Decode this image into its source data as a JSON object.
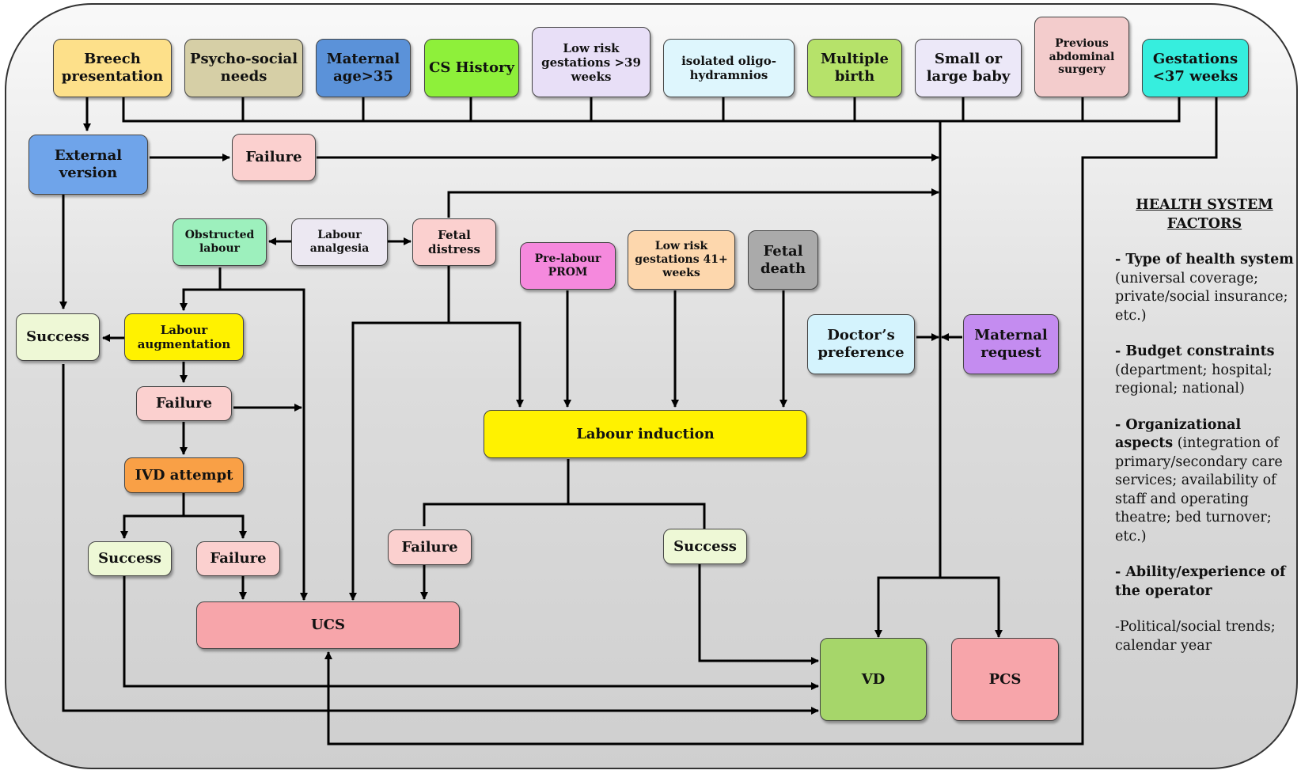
{
  "risk_factors": {
    "breech": "Breech presentation",
    "psychosocial": "Psycho-social needs",
    "maternal_age": "Maternal age>35",
    "cs_history": "CS History",
    "low_risk_39": "Low risk gestations >39 weeks",
    "oligohydramnios": "isolated oligo-hydramnios",
    "multiple_birth": "Multiple birth",
    "baby_size": "Small or large baby",
    "abdominal_surgery": "Previous abdominal surgery",
    "gestations_37": "Gestations <37 weeks"
  },
  "nodes": {
    "external_version": "External version",
    "failure_ev": "Failure",
    "success_left": "Success",
    "obstructed_labour": "Obstructed labour",
    "labour_analgesia": "Labour analgesia",
    "fetal_distress": "Fetal distress",
    "labour_augmentation": "Labour augmentation",
    "failure_aug": "Failure",
    "ivd_attempt": "IVD attempt",
    "success_ivd": "Success",
    "failure_ivd": "Failure",
    "prom": "Pre-labour PROM",
    "low_risk_41": "Low risk gestations 41+ weeks",
    "fetal_death": "Fetal death",
    "doctor_pref": "Doctor’s preference",
    "maternal_request": "Maternal request",
    "labour_induction": "Labour induction",
    "failure_ind": "Failure",
    "success_ind": "Success",
    "ucs": "UCS",
    "vd": "VD",
    "pcs": "PCS"
  },
  "health_system": {
    "title": "HEALTH SYSTEM FACTORS",
    "factors": [
      {
        "head": "- Type of health system",
        "detail": "(universal coverage; private/social insurance; etc.)"
      },
      {
        "head": "- Budget constraints",
        "detail": "(department; hospital; regional; national)"
      },
      {
        "head": "- Organizational aspects",
        "detail": "(integration of primary/secondary care services; availability of staff and operating theatre; bed turnover; etc.)"
      },
      {
        "head": "- Ability/experience of the operator",
        "detail": ""
      },
      {
        "head": "-Political/social trends",
        "detail": "; calendar year"
      }
    ]
  },
  "colors": {
    "breech": "#fde08a",
    "psychosocial": "#d6cfa6",
    "maternal_age": "#5b92d9",
    "cs_history": "#8ef03a",
    "low_risk_39": "#e8dff7",
    "oligohydramnios": "#def6fd",
    "multiple_birth": "#b6e26a",
    "baby_size": "#ece8f8",
    "abdominal_surgery": "#f3cccc",
    "gestations_37": "#36eede",
    "external_version": "#6fa4ea",
    "failure": "#fbd0cf",
    "success": "#eef8d6",
    "obstructed_labour": "#9df0bd",
    "labour_analgesia": "#ece8f2",
    "labour_augmentation": "#fff200",
    "ivd_attempt": "#f9a046",
    "prom": "#f589dd",
    "low_risk_41": "#fdd7ad",
    "fetal_death": "#aaaaaa",
    "doctor_pref": "#d4f3fd",
    "maternal_request": "#c48cf0",
    "labour_induction": "#fff200",
    "ucs": "#f7a5aa",
    "vd": "#a6d66a",
    "pcs": "#f7a5aa"
  }
}
